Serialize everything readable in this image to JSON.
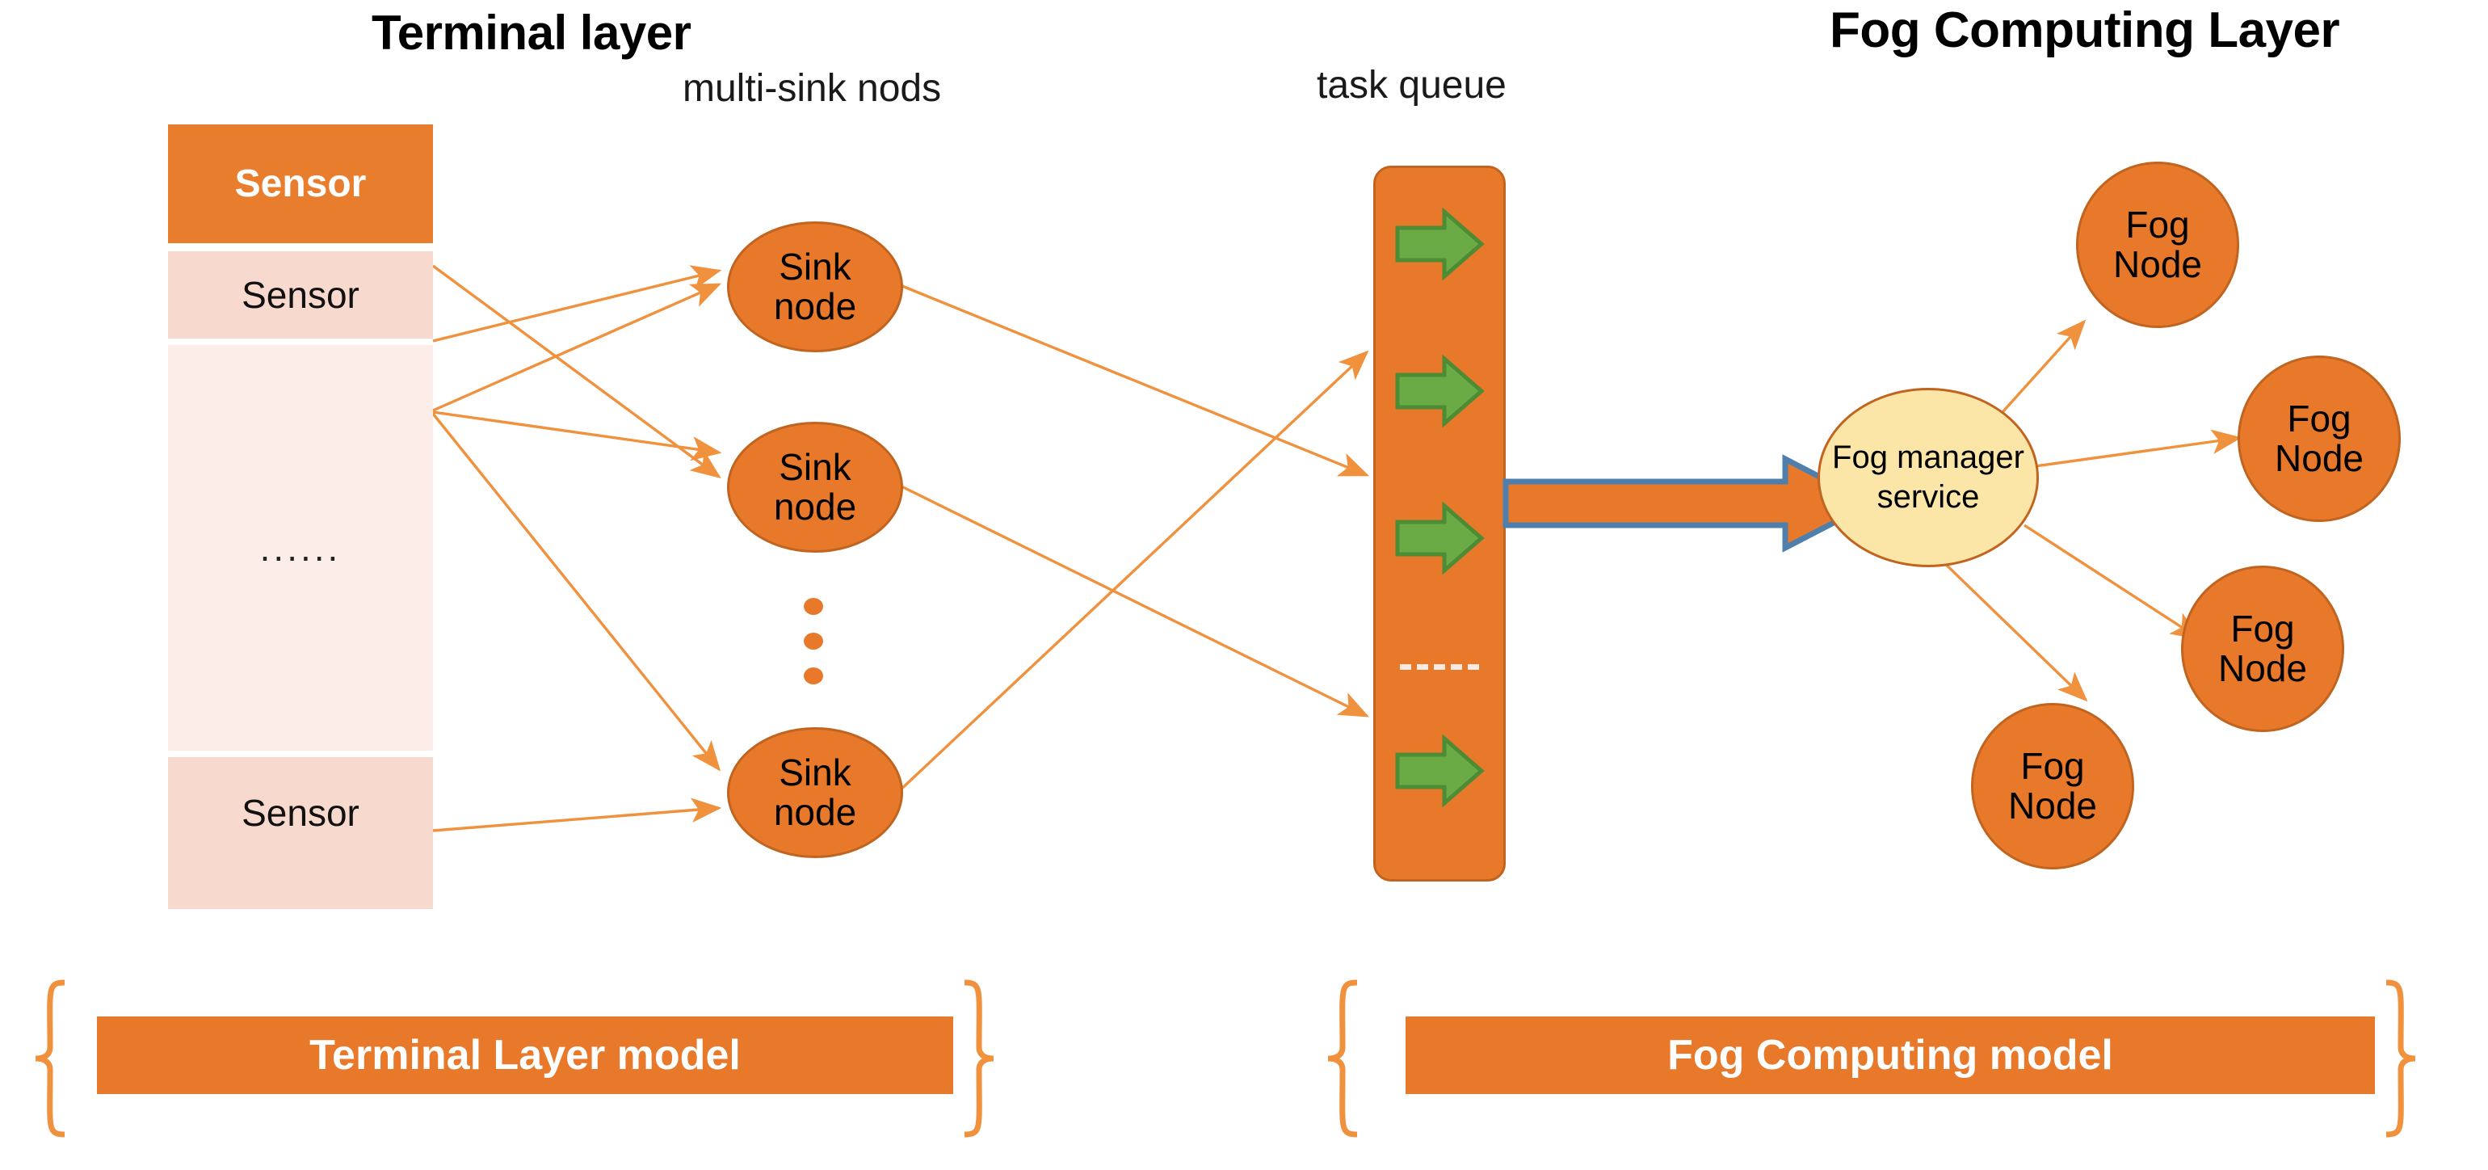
{
  "titles": {
    "terminal_layer": "Terminal layer",
    "fog_computing_layer": "Fog Computing Layer"
  },
  "captions": {
    "multi_sink": "multi-sink nods",
    "task_queue": "task queue"
  },
  "terminal": {
    "sensor_stack": [
      {
        "label": "Sensor",
        "style": "highlighted"
      },
      {
        "label": "Sensor",
        "style": "normal"
      },
      {
        "label": "......",
        "style": "ellipsis"
      },
      {
        "label": "Sensor",
        "style": "normal"
      }
    ],
    "sink_nodes": [
      {
        "line1": "Sink",
        "line2": "node"
      },
      {
        "line1": "Sink",
        "line2": "node"
      },
      {
        "line1": "Sink",
        "line2": "node"
      }
    ],
    "sink_vertical_ellipsis_dots": 3
  },
  "task_queue": {
    "task_arrow_count": 4,
    "has_dashed_separator": true
  },
  "fog": {
    "manager": {
      "line1": "Fog manager",
      "line2": "service"
    },
    "nodes": [
      {
        "line1": "Fog",
        "line2": "Node"
      },
      {
        "line1": "Fog",
        "line2": "Node"
      },
      {
        "line1": "Fog",
        "line2": "Node"
      },
      {
        "line1": "Fog",
        "line2": "Node"
      }
    ]
  },
  "footer": {
    "left_label": "Terminal Layer model",
    "right_label": "Fog Computing model"
  },
  "colors": {
    "orange": "#E8792B",
    "orange_border": "#C0641F",
    "pink": "#F8D9CE",
    "pale_pink": "#FCEDE8",
    "yellow": "#FBE6A8",
    "green": "#6BAB46",
    "green_border": "#4E8B35",
    "blue": "#4E7FAD",
    "connector": "#F0913E"
  },
  "chart_data": {
    "type": "diagram",
    "title": "Fog computing architecture: terminal layer and fog computing layer",
    "nodes": [
      {
        "id": "sensor-stack",
        "label": "Sensor",
        "layer": "terminal"
      },
      {
        "id": "sink-node-1",
        "label": "Sink node",
        "layer": "terminal"
      },
      {
        "id": "sink-node-2",
        "label": "Sink node",
        "layer": "terminal"
      },
      {
        "id": "sink-node-3",
        "label": "Sink node",
        "layer": "terminal"
      },
      {
        "id": "task-queue",
        "label": "task queue",
        "layer": "bridge"
      },
      {
        "id": "fog-manager",
        "label": "Fog manager service",
        "layer": "fog"
      },
      {
        "id": "fog-node-1",
        "label": "Fog Node",
        "layer": "fog"
      },
      {
        "id": "fog-node-2",
        "label": "Fog Node",
        "layer": "fog"
      },
      {
        "id": "fog-node-3",
        "label": "Fog Node",
        "layer": "fog"
      },
      {
        "id": "fog-node-4",
        "label": "Fog Node",
        "layer": "fog"
      }
    ],
    "edges": [
      {
        "from": "sensor-stack",
        "to": "sink-node-1"
      },
      {
        "from": "sensor-stack",
        "to": "sink-node-1"
      },
      {
        "from": "sensor-stack",
        "to": "sink-node-2"
      },
      {
        "from": "sensor-stack",
        "to": "sink-node-2"
      },
      {
        "from": "sensor-stack",
        "to": "sink-node-3"
      },
      {
        "from": "sensor-stack",
        "to": "sink-node-3"
      },
      {
        "from": "sink-node-1",
        "to": "task-queue"
      },
      {
        "from": "sink-node-2",
        "to": "task-queue"
      },
      {
        "from": "sink-node-3",
        "to": "task-queue"
      },
      {
        "from": "task-queue",
        "to": "fog-manager",
        "style": "block-arrow"
      },
      {
        "from": "fog-manager",
        "to": "fog-node-1"
      },
      {
        "from": "fog-manager",
        "to": "fog-node-2"
      },
      {
        "from": "fog-manager",
        "to": "fog-node-3"
      },
      {
        "from": "fog-manager",
        "to": "fog-node-4"
      }
    ]
  }
}
